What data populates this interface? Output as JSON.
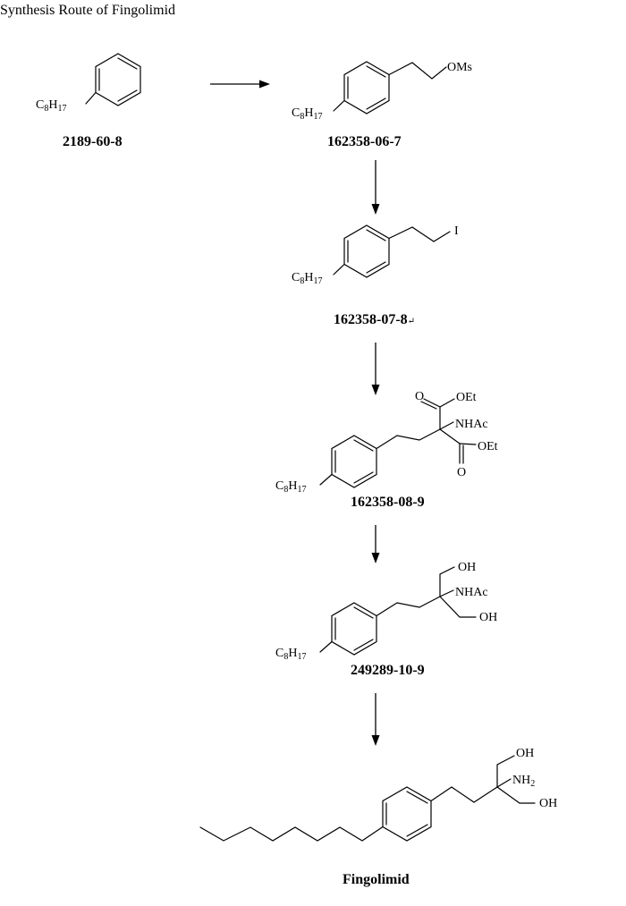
{
  "title": "Synthesis Route of Fingolimid",
  "compounds": [
    {
      "cas": "2189-60-8",
      "group": "C8H17"
    },
    {
      "cas": "162358-06-7",
      "group": "C8H17",
      "substituent": "OMs"
    },
    {
      "cas": "162358-07-8",
      "group": "C8H17",
      "substituent": "I",
      "mark": "↵"
    },
    {
      "cas": "162358-08-9",
      "group": "C8H17",
      "ester_top": "OEt",
      "amide": "NHAc",
      "ester_bottom": "OEt"
    },
    {
      "cas": "249289-10-9",
      "group": "C8H17",
      "hydroxyl_top": "OH",
      "amide": "NHAc",
      "hydroxyl_bottom": "OH"
    },
    {
      "name": "Fingolimid",
      "hydroxyl_top": "OH",
      "amine": "NH2",
      "hydroxyl_bottom": "OH"
    }
  ],
  "element_symbols": {
    "carbon": "C",
    "hydrogen": "H",
    "carbon_count": "8",
    "hydrogen_count": "17",
    "nitrogen_hydrogen": "NH",
    "amine_count": "2",
    "oxygen": "O"
  },
  "colors": {
    "ink": "#000000",
    "background": "#ffffff"
  }
}
